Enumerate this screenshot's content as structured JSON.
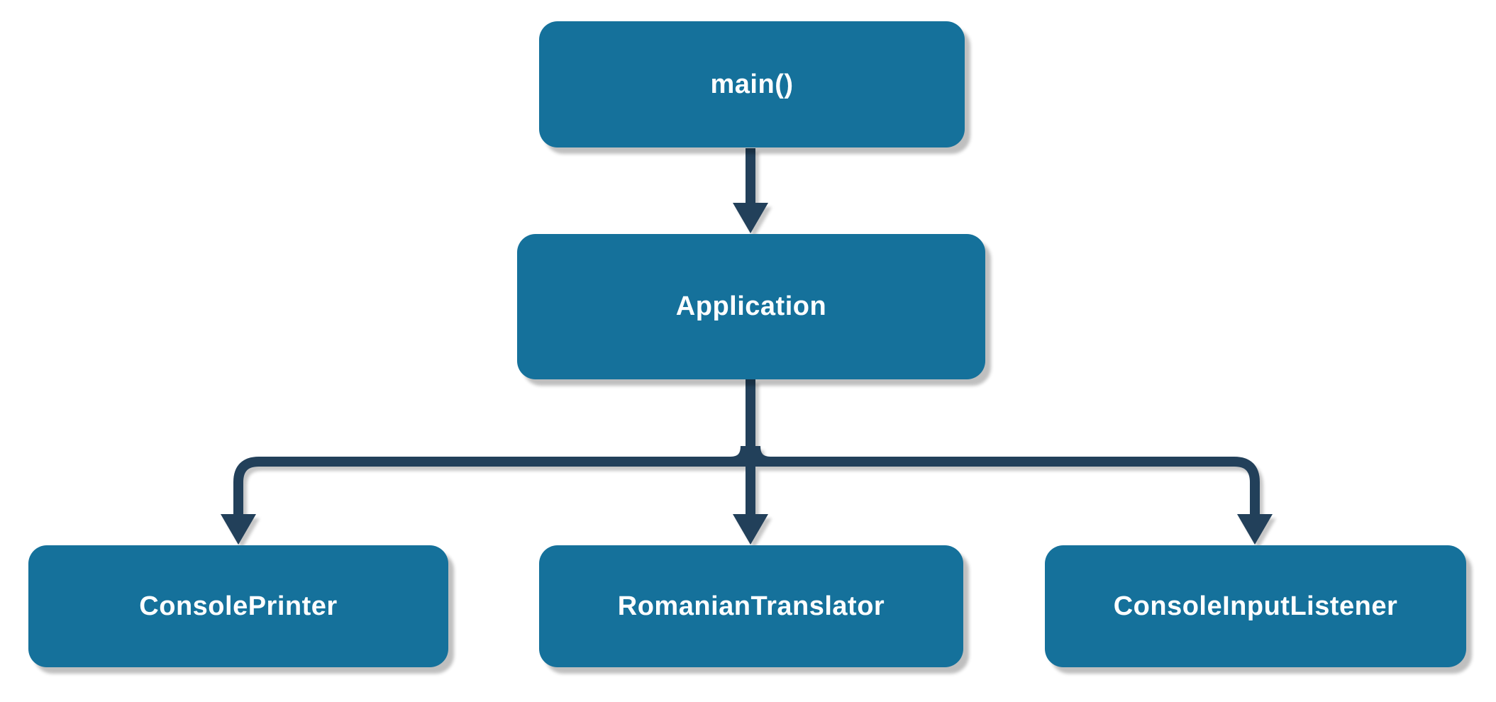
{
  "diagram": {
    "type": "flowchart",
    "colors": {
      "node_fill": "#15719b",
      "node_text": "#ffffff",
      "connector_color": "#22405a",
      "canvas_bg": "#ffffff"
    },
    "nodes": [
      {
        "id": "main",
        "label": "main()"
      },
      {
        "id": "application",
        "label": "Application"
      },
      {
        "id": "console-printer",
        "label": "ConsolePrinter"
      },
      {
        "id": "romanian-translator",
        "label": "RomanianTranslator"
      },
      {
        "id": "console-input-listener",
        "label": "ConsoleInputListener"
      }
    ],
    "edges": [
      {
        "from": "main",
        "to": "application"
      },
      {
        "from": "application",
        "to": "console-printer"
      },
      {
        "from": "application",
        "to": "romanian-translator"
      },
      {
        "from": "application",
        "to": "console-input-listener"
      }
    ]
  }
}
